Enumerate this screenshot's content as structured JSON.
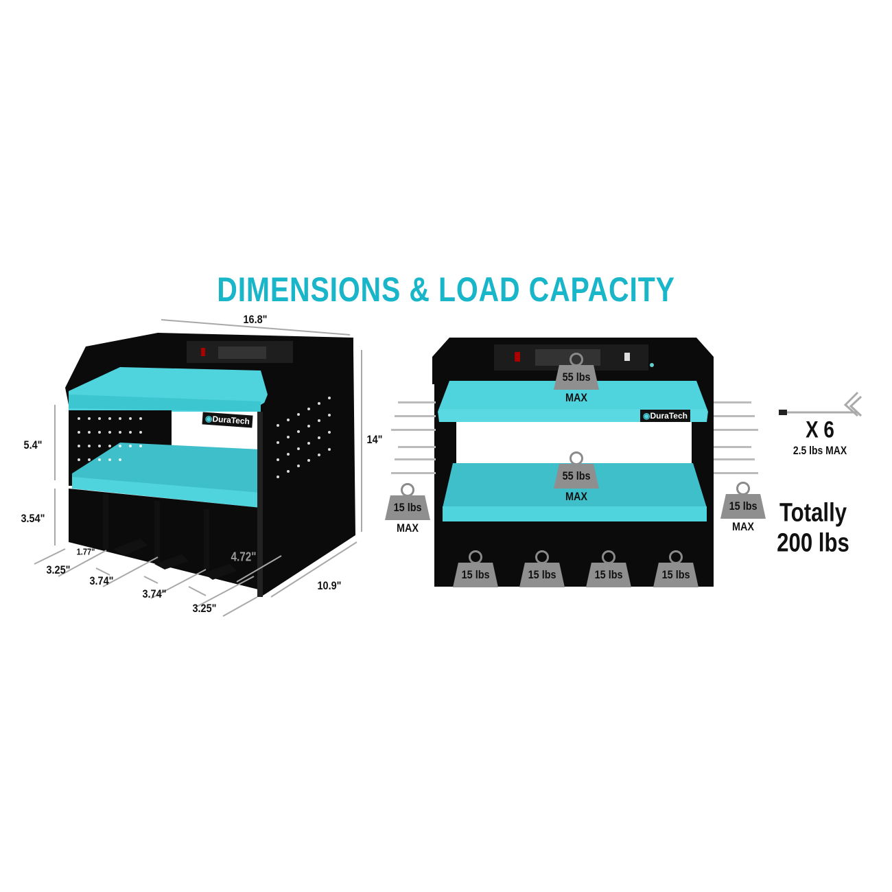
{
  "title": "DIMENSIONS & LOAD CAPACITY",
  "colors": {
    "title": "#19b5c9",
    "shelf": "#4fd3dd",
    "frame": "#0b0b0b",
    "weight": "#8f8f8f",
    "arrow": "#a8a8a8"
  },
  "brand": "DuraTech",
  "dimensions": {
    "width": "16.8\"",
    "height": "14\"",
    "upper_gap": "5.4\"",
    "lower_gap": "3.54\"",
    "slot_gap": "1.77\"",
    "slot_1": "3.25\"",
    "slot_2": "3.74\"",
    "slot_3": "3.74\"",
    "slot_4": "3.25\"",
    "slot_depth": "4.72\"",
    "depth": "10.9\""
  },
  "load": {
    "top_shelf": {
      "value": "55 lbs",
      "max": "MAX"
    },
    "middle_shelf": {
      "value": "55 lbs",
      "max": "MAX"
    },
    "left_side": {
      "value": "15 lbs",
      "max": "MAX"
    },
    "right_side": {
      "value": "15 lbs",
      "max": "MAX"
    },
    "slots": [
      "15 lbs",
      "15 lbs",
      "15 lbs",
      "15 lbs"
    ],
    "hooks_count": "X 6",
    "hooks_max": "2.5 lbs MAX",
    "total_line1": "Totally",
    "total_line2": "200 lbs"
  }
}
